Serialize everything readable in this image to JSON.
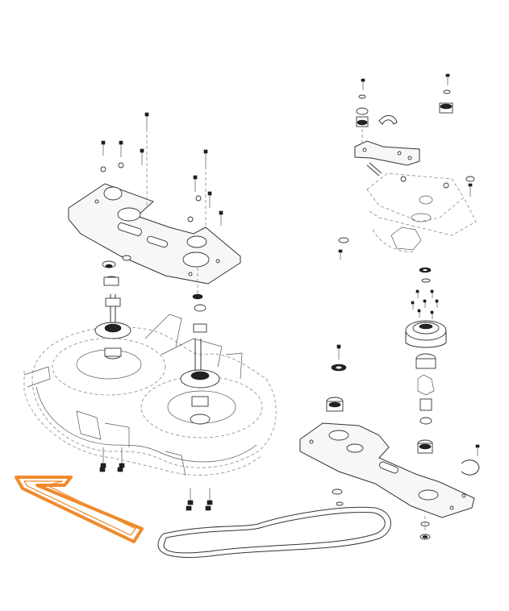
{
  "diagram": {
    "highlight_color": "#f08a2c",
    "line_color": "#333333",
    "background": "#ffffff",
    "parts": [
      "left-deck-top-plate",
      "left-deck-housing",
      "left-spindle",
      "right-spindle",
      "right-assembly-bracket",
      "right-assembly-plate",
      "idler-pulley",
      "drive-belt",
      "highlighted-belt"
    ]
  }
}
